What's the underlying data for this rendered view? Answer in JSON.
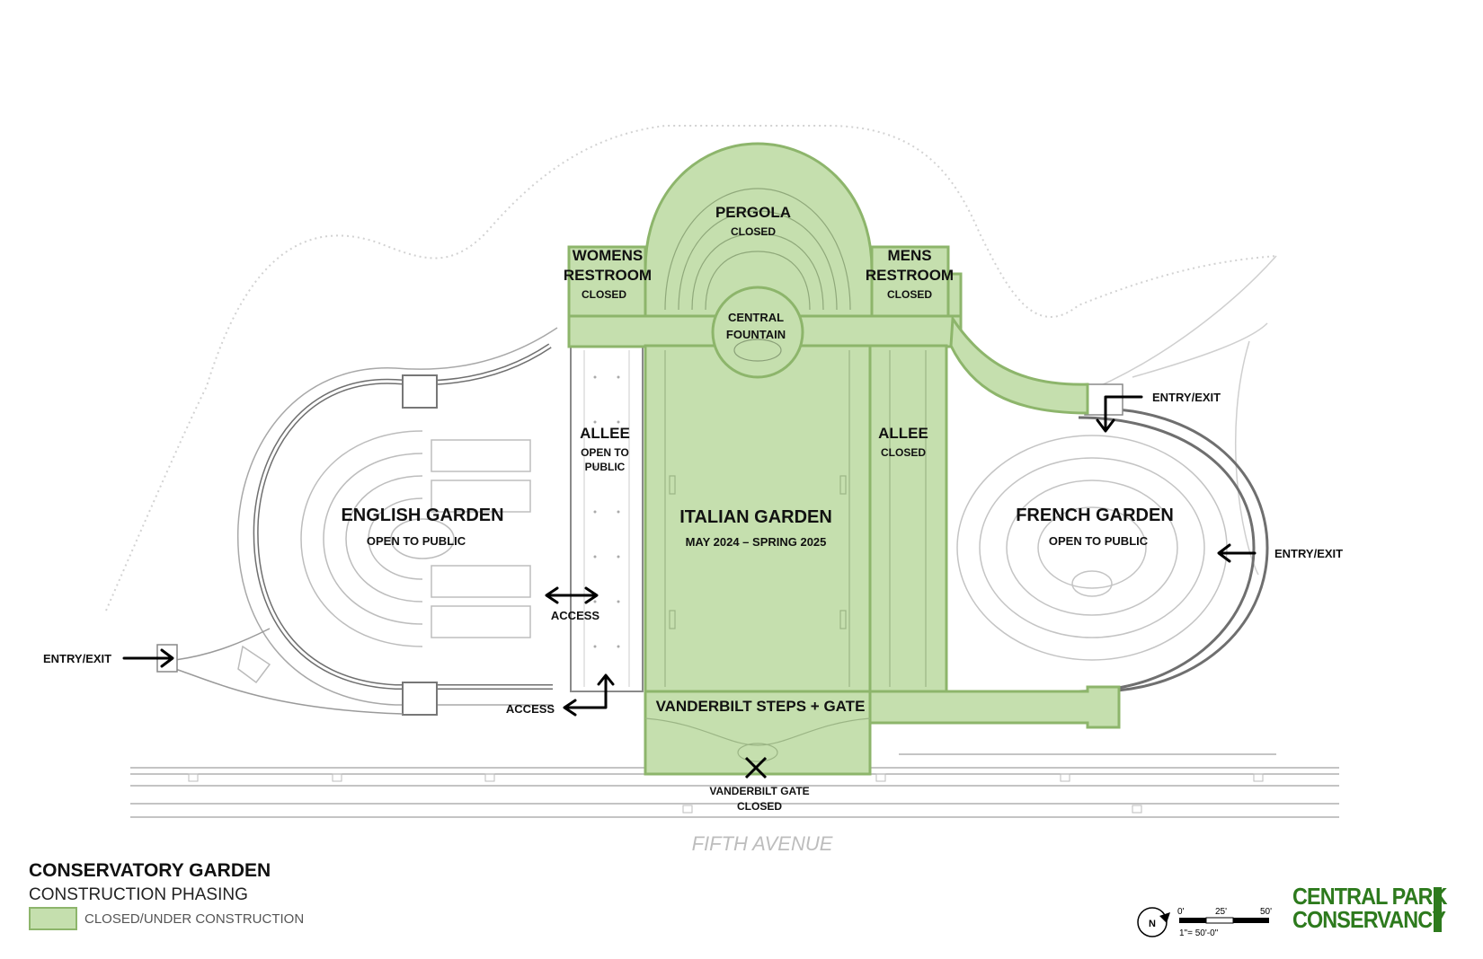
{
  "colors": {
    "closed_fill": "#c5dfae",
    "closed_stroke": "#8db56b",
    "linework": "#9a9a9a",
    "brand": "#2d7a1d"
  },
  "labels": {
    "pergola": "PERGOLA",
    "pergola_status": "CLOSED",
    "womens_1": "WOMENS",
    "womens_2": "RESTROOM",
    "womens_status": "CLOSED",
    "mens_1": "MENS",
    "mens_2": "RESTROOM",
    "mens_status": "CLOSED",
    "central_1": "CENTRAL",
    "central_2": "FOUNTAIN",
    "allee_left": "ALLEE",
    "allee_left_status_1": "OPEN TO",
    "allee_left_status_2": "PUBLIC",
    "allee_right": "ALLEE",
    "allee_right_status": "CLOSED",
    "english": "ENGLISH GARDEN",
    "english_status": "OPEN TO PUBLIC",
    "italian": "ITALIAN GARDEN",
    "italian_dates": "MAY 2024 – SPRING 2025",
    "french": "FRENCH GARDEN",
    "french_status": "OPEN TO PUBLIC",
    "access_upper": "ACCESS",
    "access_lower": "ACCESS",
    "vanderbilt_steps": "VANDERBILT STEPS + GATE",
    "vanderbilt_gate_1": "VANDERBILT GATE",
    "vanderbilt_gate_2": "CLOSED",
    "entry_left": "ENTRY/EXIT",
    "entry_top_right": "ENTRY/EXIT",
    "entry_right": "ENTRY/EXIT",
    "street": "FIFTH AVENUE"
  },
  "legend": {
    "title": "CONSERVATORY GARDEN",
    "subtitle": "CONSTRUCTION PHASING",
    "item": "CLOSED/UNDER CONSTRUCTION"
  },
  "scale": {
    "north": "N",
    "tick_0": "0'",
    "tick_25": "25'",
    "tick_50": "50'",
    "ratio": "1\"= 50'-0\""
  },
  "brand": {
    "line1": "CENTRAL PARK",
    "line2": "CONSERVANCY"
  }
}
